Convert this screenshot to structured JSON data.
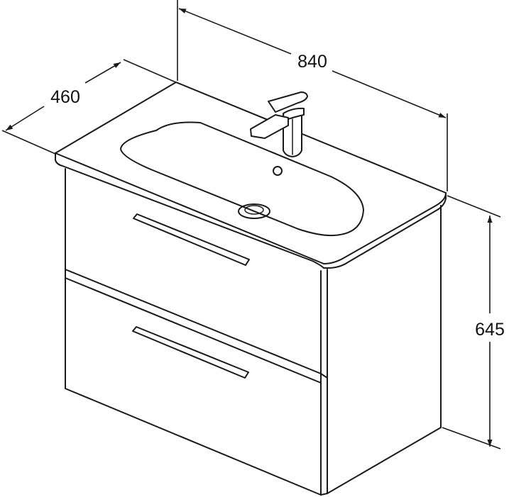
{
  "dimensions": {
    "width": "840",
    "depth": "460",
    "height": "645"
  }
}
